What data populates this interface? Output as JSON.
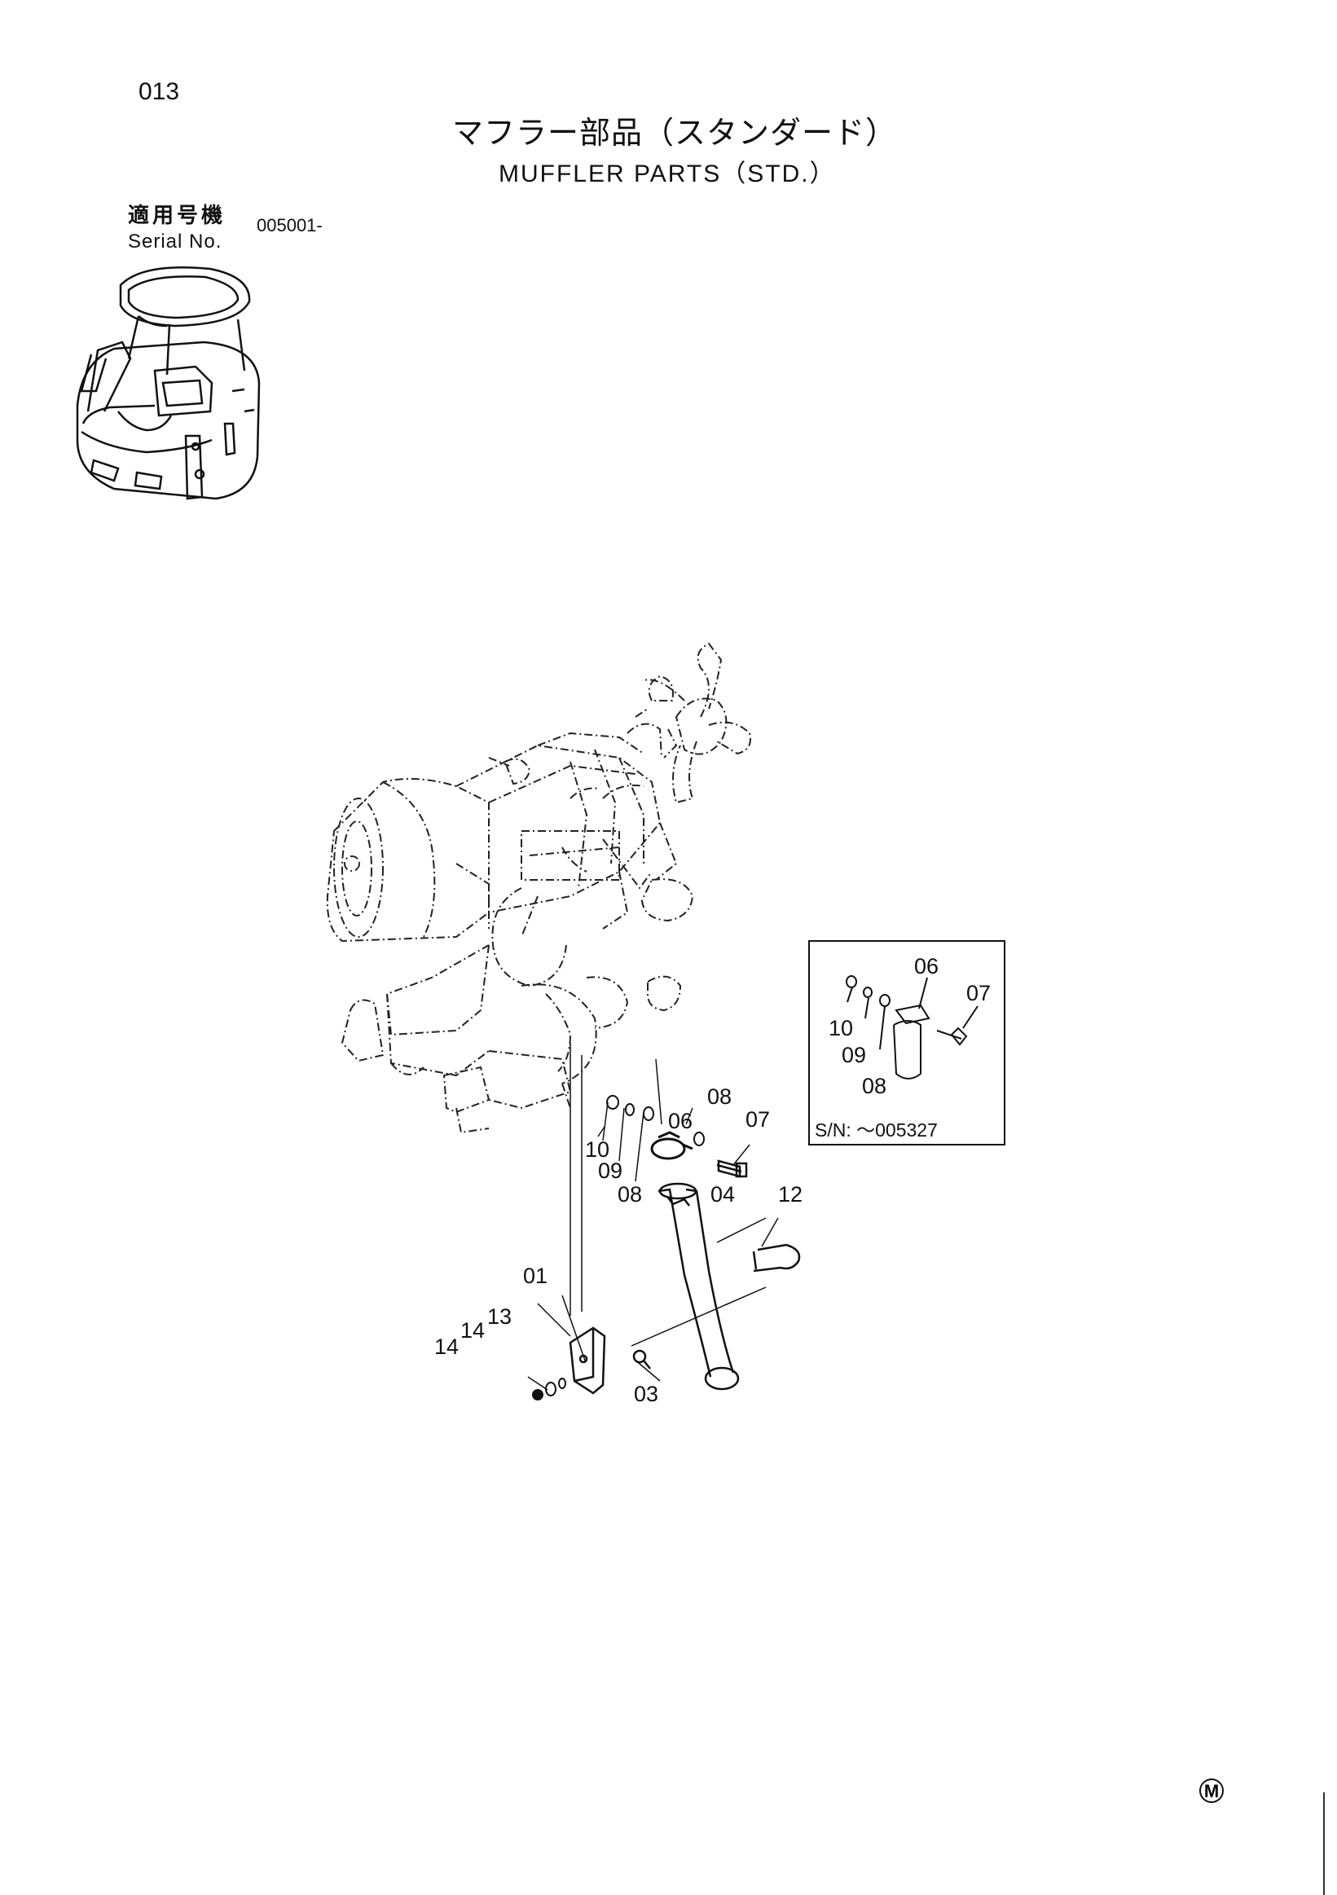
{
  "page_number": "013",
  "title_japanese": "マフラー部品（スタンダード）",
  "title_english": "MUFFLER PARTS（STD.）",
  "serial": {
    "label_japanese": "適用号機",
    "label_english": "Serial No.",
    "value": "005001-"
  },
  "inset": {
    "serial_note": "S/N: ～005327",
    "callouts": [
      "06",
      "07",
      "10",
      "09",
      "08"
    ]
  },
  "callouts": [
    "06",
    "08",
    "07",
    "10",
    "09",
    "08",
    "04",
    "12",
    "01",
    "13",
    "14",
    "14",
    "03"
  ],
  "footer_mark": "M"
}
